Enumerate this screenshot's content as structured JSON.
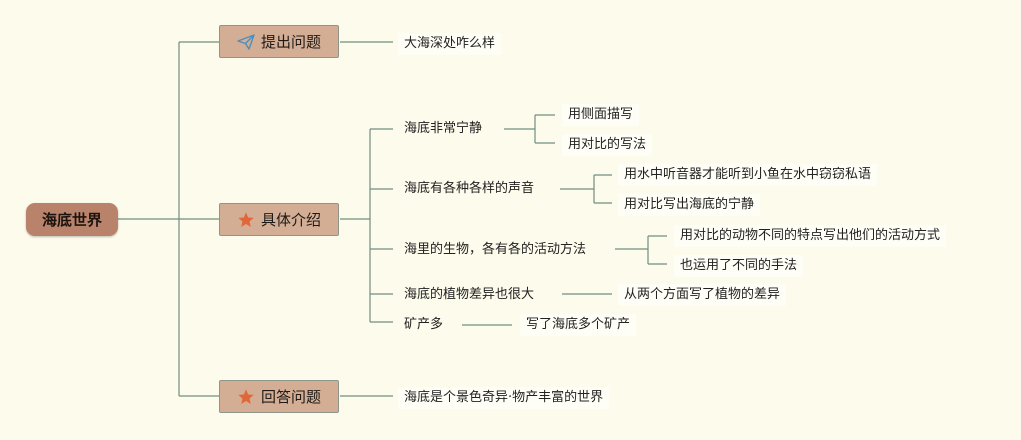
{
  "root": "海底世界",
  "branches": {
    "ask": {
      "label": "提出问题",
      "icon": "paper-plane-icon",
      "answer": "大海深处咋么样"
    },
    "detail": {
      "label": "具体介绍",
      "icon": "star-icon",
      "topics": [
        {
          "label": "海底非常宁静",
          "points": [
            "用侧面描写",
            "用对比的写法"
          ]
        },
        {
          "label": "海底有各种各样的声音",
          "points": [
            "用水中听音器才能听到小鱼在水中窃窃私语",
            "用对比写出海底的宁静"
          ]
        },
        {
          "label": "海里的生物，各有各的活动方法",
          "points": [
            "用对比的动物不同的特点写出他们的活动方式",
            "也运用了不同的手法"
          ]
        },
        {
          "label": "海底的植物差异也很大",
          "points": [
            "从两个方面写了植物的差异"
          ]
        },
        {
          "label": "矿产多",
          "points": [
            "写了海底多个矿产"
          ]
        }
      ]
    },
    "answer": {
      "label": "回答问题",
      "icon": "star-icon",
      "answer": "海底是个景色奇异·物产丰富的世界"
    }
  },
  "colors": {
    "background": "#fdfbec",
    "root": "#b8836a",
    "branch": "#d4ae94",
    "line": "#6f8e80",
    "plane_icon": "#4b8fc0",
    "star_icon": "#e0673a"
  }
}
